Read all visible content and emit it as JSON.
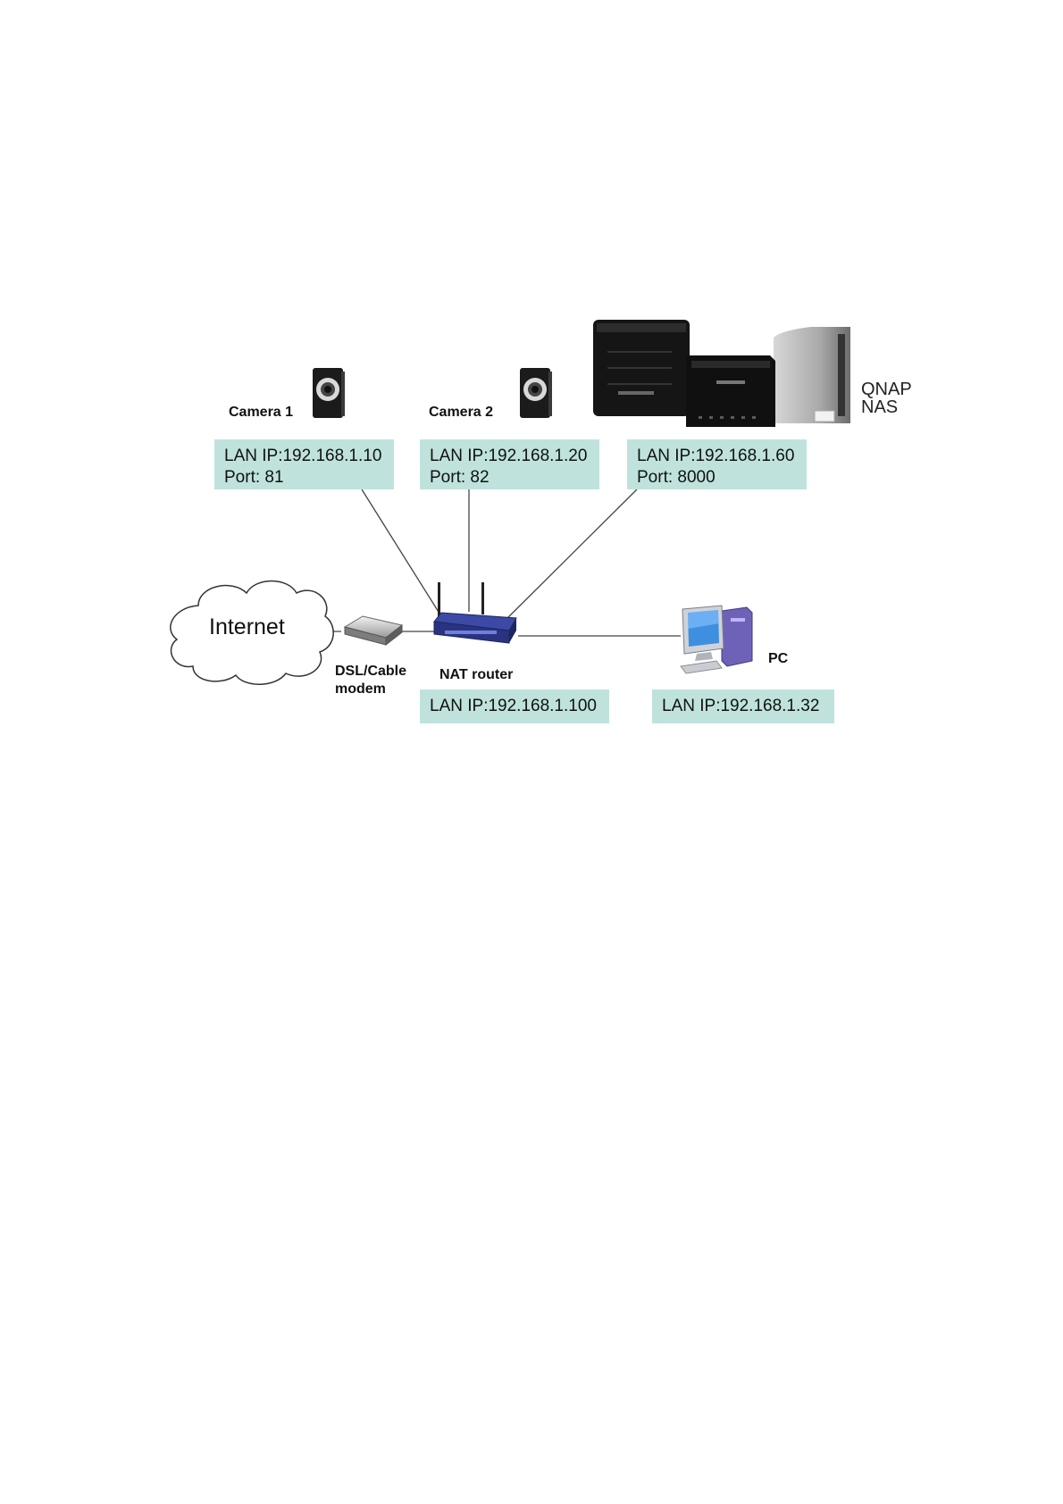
{
  "nodes": {
    "camera1": {
      "label": "Camera 1",
      "lan_ip": "LAN IP:192.168.1.10",
      "port": "Port: 81"
    },
    "camera2": {
      "label": "Camera 2",
      "lan_ip": "LAN IP:192.168.1.20",
      "port": "Port: 82"
    },
    "nas": {
      "label_line1": "QNAP",
      "label_line2": "NAS",
      "lan_ip": "LAN IP:192.168.1.60",
      "port": "Port: 8000"
    },
    "internet": {
      "label": "Internet"
    },
    "modem": {
      "label_line1": "DSL/Cable",
      "label_line2": "modem"
    },
    "router": {
      "label": "NAT router",
      "lan_ip": "LAN IP:192.168.1.100"
    },
    "pc": {
      "label": "PC",
      "lan_ip": "LAN IP:192.168.1.32"
    }
  },
  "colors": {
    "ip_box": "#bfe3dc",
    "link": "#444444",
    "router": "#2f3a8f"
  },
  "icons": {
    "camera": "camera-icon",
    "nas": "nas-icon",
    "cloud": "cloud-icon",
    "modem": "modem-icon",
    "router": "router-icon",
    "pc": "pc-icon"
  }
}
